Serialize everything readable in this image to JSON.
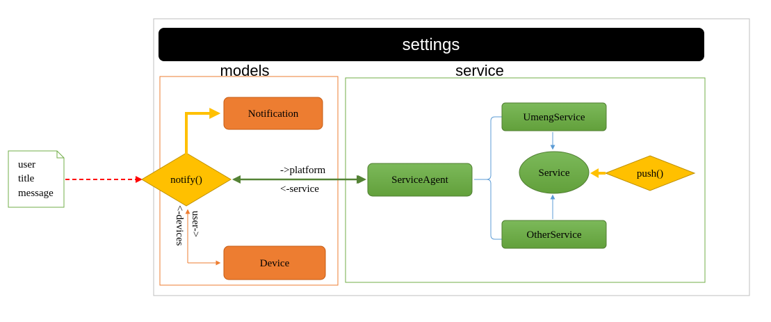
{
  "header": {
    "title": "settings"
  },
  "sections": {
    "models_label": "models",
    "service_label": "service"
  },
  "input_note": {
    "lines": [
      "user",
      "title",
      "message"
    ]
  },
  "models": {
    "notify": "notify()",
    "notification": "Notification",
    "device": "Device",
    "user_arrow": "user->",
    "devices_arrow": "<-devices"
  },
  "connector": {
    "platform": "->platform",
    "service": "<-service"
  },
  "service": {
    "agent": "ServiceAgent",
    "umeng": "UmengService",
    "other": "OtherService",
    "core": "Service",
    "push": "push()"
  },
  "colors": {
    "orange_fill": "#ED7D31",
    "orange_stroke": "#C55A11",
    "yellow": "#FFC000",
    "green_fill": "#70AD47",
    "green_stroke": "#507E32",
    "dark_green_line": "#548235",
    "blue_line": "#5B9BD5",
    "red_dash": "#FF0000",
    "header_bg": "#000000"
  }
}
